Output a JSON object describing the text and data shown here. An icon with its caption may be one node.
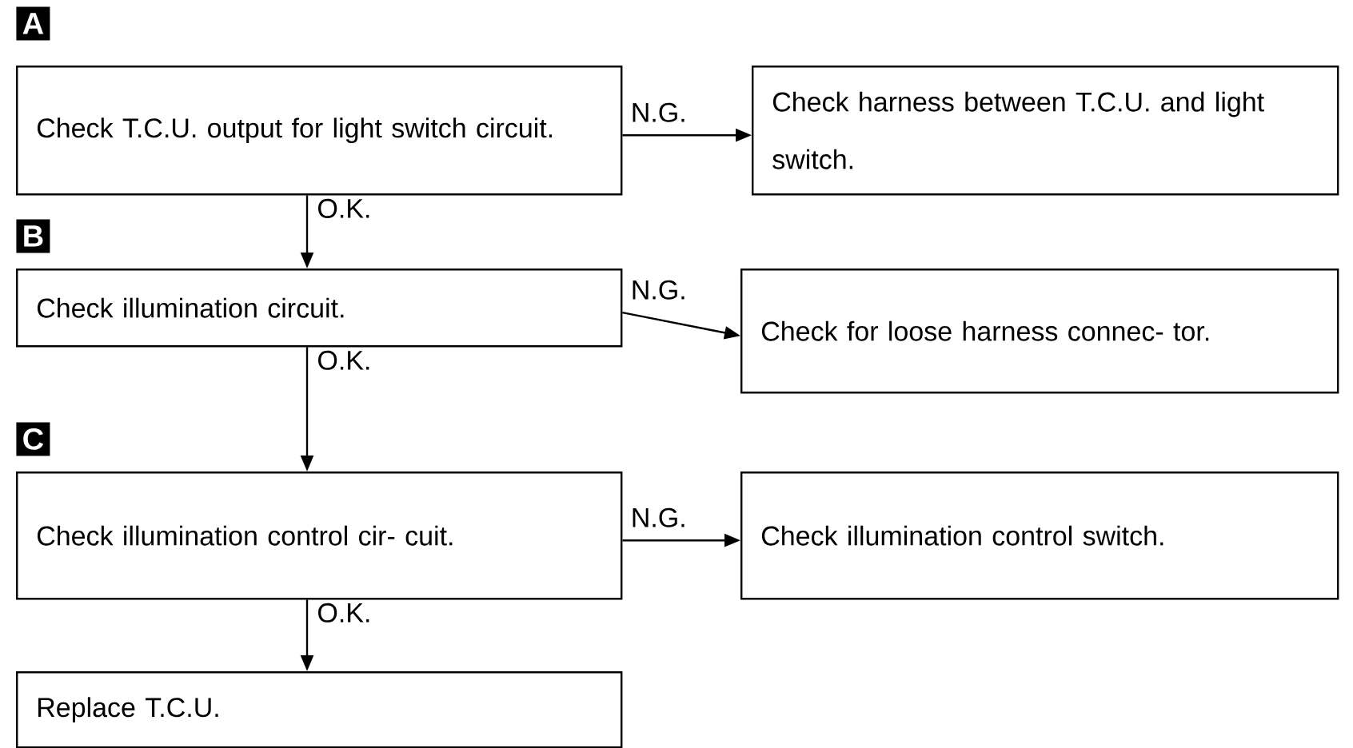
{
  "diagram": {
    "nodes": [
      {
        "text": [
          "Check T.C.U. output for light switch circuit."
        ]
      },
      {
        "text": [
          "Check harness between T.C.U. and light switch."
        ]
      },
      {
        "text": [
          "Check illumination circuit."
        ]
      },
      {
        "text": [
          "Check for loose harness connec- tor."
        ]
      },
      {
        "text": [
          "Check illumination control cir- cuit."
        ]
      },
      {
        "text": [
          "Check illumination control switch."
        ]
      },
      {
        "text": [
          "Replace T.C.U."
        ]
      }
    ],
    "edges": [
      {
        "from": 0,
        "to": 1,
        "arrow": "to",
        "label": "N.G."
      },
      {
        "from": 0,
        "to": 2,
        "arrow": "to",
        "label": "O.K."
      },
      {
        "from": 2,
        "to": 3,
        "arrow": "to",
        "label": "N.G."
      },
      {
        "from": 2,
        "to": 4,
        "arrow": "to",
        "label": "O.K."
      },
      {
        "from": 4,
        "to": 5,
        "arrow": "to",
        "label": "N.G."
      },
      {
        "from": 4,
        "to": 6,
        "arrow": "to",
        "label": "O.K."
      }
    ],
    "labels": [
      "A",
      "B",
      "C"
    ]
  }
}
